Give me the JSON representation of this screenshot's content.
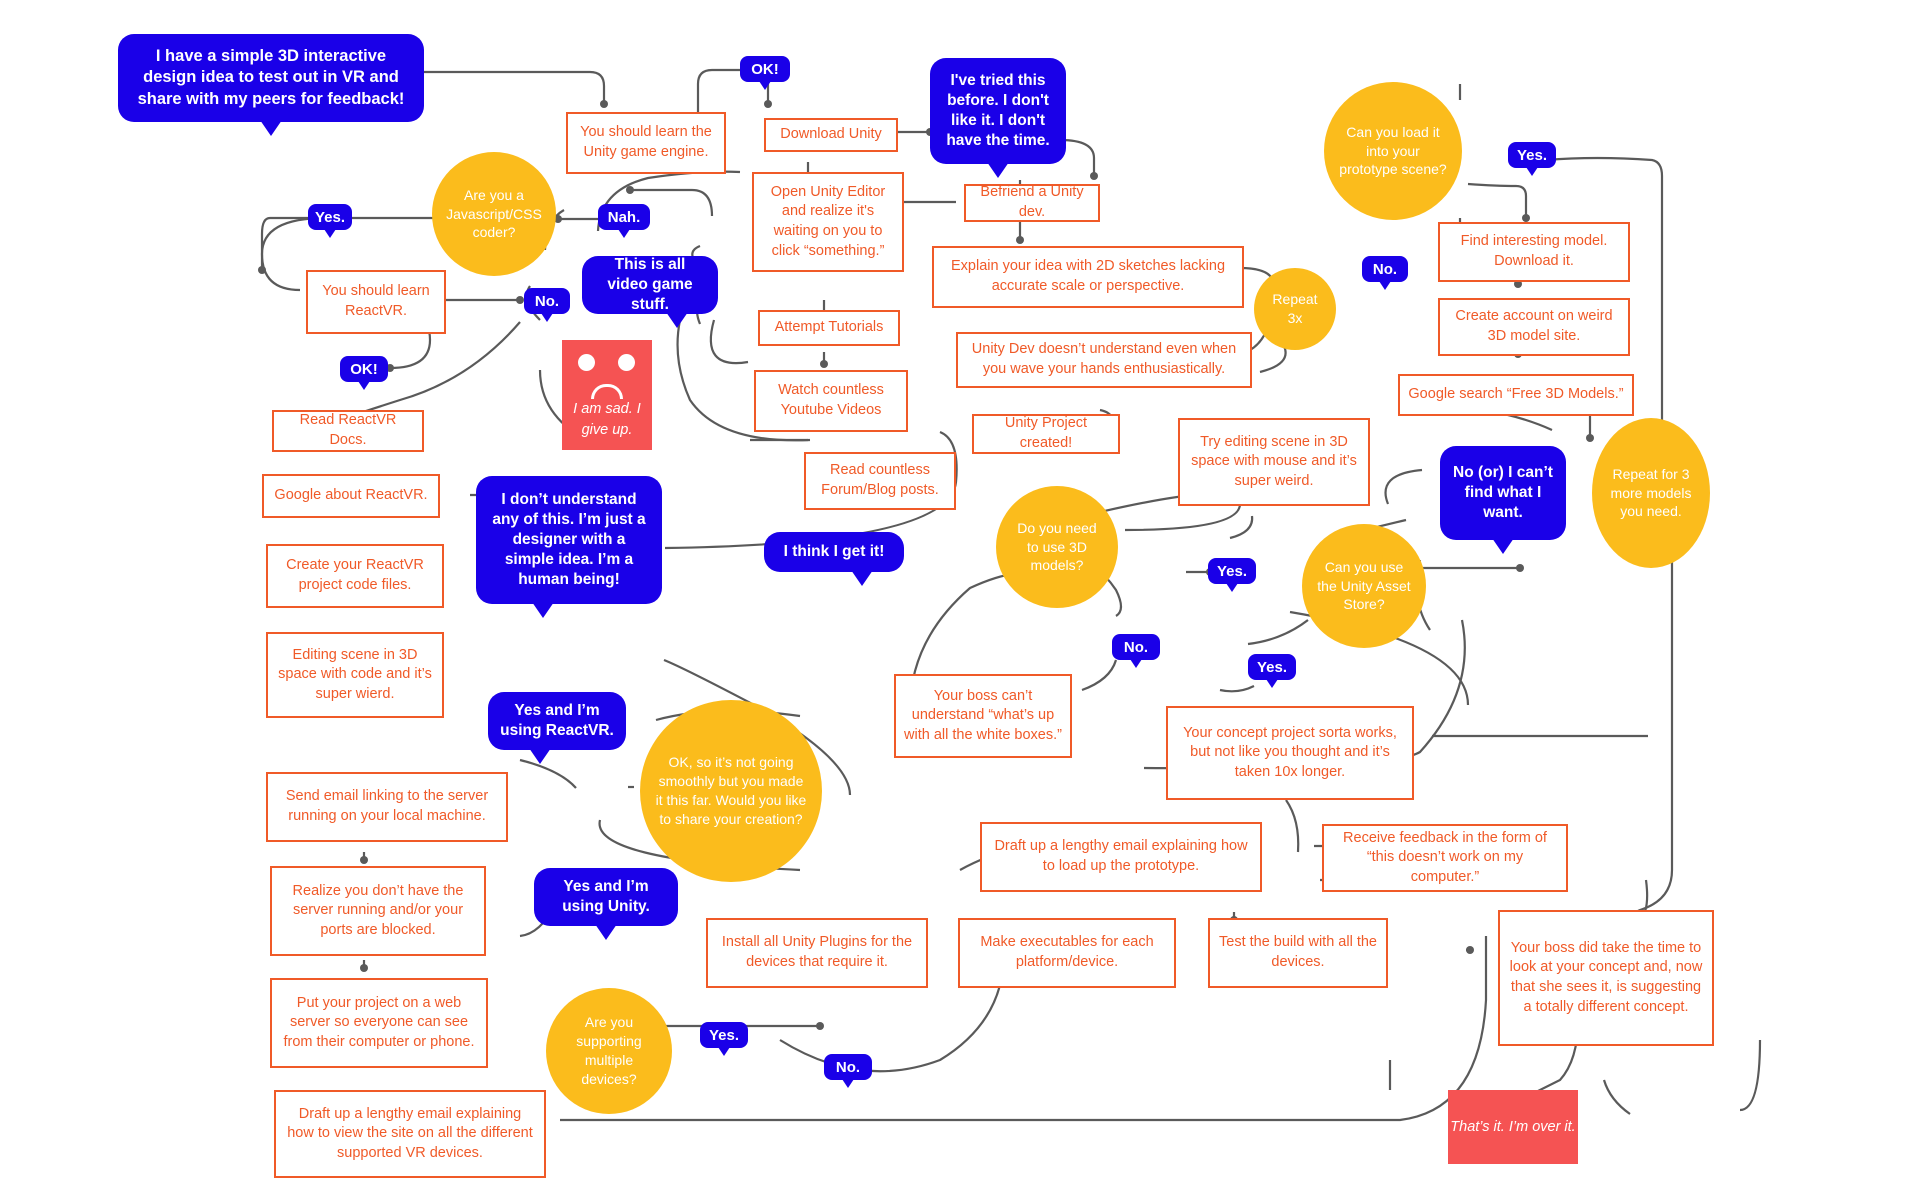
{
  "colors": {
    "box_border": "#f05a28",
    "bubble": "#1a00e8",
    "circle": "#fbbc1c",
    "red": "#f55353",
    "line": "#5a5a5a"
  },
  "start": "I have a simple 3D interactive design idea to test out in VR and share with my peers for feedback!",
  "learn_unity": "You should learn the Unity game engine.",
  "ok1": "OK!",
  "download_unity": "Download Unity",
  "tried_before": "I've tried this before. I don't like it. I don't have the time.",
  "open_editor": "Open Unity Editor and realize it's waiting on you to click “something.”",
  "befriend": "Befriend a Unity dev.",
  "q_js": "Are you a Javascript/CSS coder?",
  "nah": "Nah.",
  "yes_js": "Yes.",
  "video_game": "This is all  video game stuff.",
  "learn_reactvr": "You should learn ReactVR.",
  "no_reactvr": "No.",
  "ok2": "OK!",
  "explain_2d": "Explain your idea with 2D sketches lacking accurate scale or perspective.",
  "repeat_3x": "Repeat 3x",
  "attempt_tutorials": "Attempt Tutorials",
  "watch_youtube": "Watch countless Youtube Videos",
  "dev_not_understand": "Unity Dev doesn’t understand even when you wave your hands enthusiastically.",
  "sad": "I am sad. I give up.",
  "read_docs": "Read ReactVR Docs.",
  "project_created": "Unity Project created!",
  "try_editing": "Try editing scene in 3D space with mouse and it’s super weird.",
  "google_reactvr": "Google about ReactVR.",
  "dont_understand": "I don’t understand any of this. I’m just a designer with a simple idea. I’m a human being!",
  "read_forum": "Read countless Forum/Blog posts.",
  "get_it": "I think I get it!",
  "create_files": "Create your ReactVR project code files.",
  "q_3d": "Do you need to use 3D models?",
  "yes_3d": "Yes.",
  "q_asset": "Can you use the Unity Asset Store?",
  "editing_code": "Editing scene in 3D space with code and it’s super wierd.",
  "no_3d": "No.",
  "boss_white": "Your boss can’t understand “what’s up with all the white boxes.”",
  "yes_asset": "Yes.",
  "q_load": "Can you load it into your prototype scene?",
  "yes_load": "Yes.",
  "no_load": "No.",
  "find_model": "Find interesting model. Download it.",
  "create_account": "Create account on weird 3D model site.",
  "google_models": "Google search “Free 3D Models.”",
  "cant_find": "No (or) I can’t find what I want.",
  "repeat_models": "Repeat for 3 more models you need.",
  "yes_reactvr": "Yes and I’m using ReactVR.",
  "q_share": "OK, so it’s not going smoothly but you made it this far. Would you like to share your creation?",
  "concept_works": "Your concept project sorta works, but not like you thought and it’s taken 10x longer.",
  "send_email": "Send email linking to the server running on your local machine.",
  "draft_proto": "Draft up a  lengthy email explaining how to load up the prototype.",
  "receive_feedback": "Receive feedback in the form of “this doesn’t work on my computer.”",
  "yes_unity": "Yes and I’m using Unity.",
  "realize_server": "Realize you don’t have the server running and/or your ports are blocked.",
  "install_plugins": "Install all Unity Plugins for the devices that require it.",
  "make_exec": "Make executables for each platform/device.",
  "test_build": "Test the build with all the devices.",
  "boss_different": "Your boss did take the time to look at your concept and, now that she sees it, is suggesting a totally different concept.",
  "put_web": "Put your project on a web server so everyone can see from their computer or phone.",
  "q_devices": "Are you supporting multiple devices?",
  "yes_devices": "Yes.",
  "no_devices": "No.",
  "draft_site": "Draft up a lengthy email explaining how to view the site on all the different supported VR devices.",
  "over_it": "That’s it. I’m over it."
}
